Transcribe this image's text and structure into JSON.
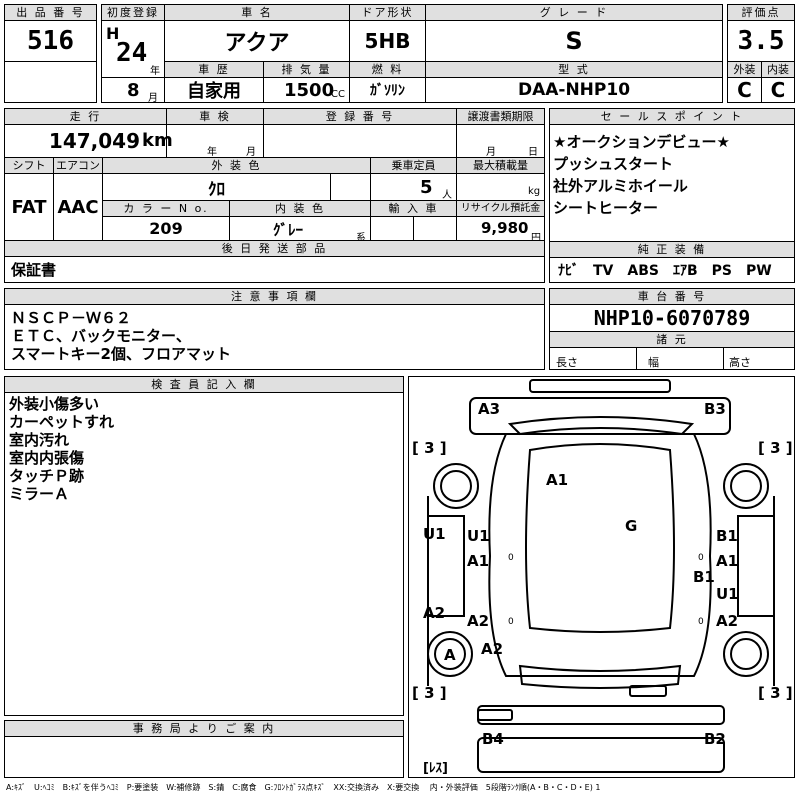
{
  "labels": {
    "lot_no": "出 品 番 号",
    "first_reg": "初度登録",
    "car_name": "車 名",
    "door_type": "ドア形状",
    "grade": "グ レ ー ド",
    "score": "評価点",
    "history": "車 歴",
    "displacement": "排 気 量",
    "fuel": "燃 料",
    "model_code": "型 式",
    "exterior": "外装",
    "interior": "内装",
    "mileage": "走 行",
    "inspection": "車 検",
    "plate": "登 録 番 号",
    "transfer_deadline": "譲渡書類期限",
    "sales_points": "セ ー ル ス ポ イ ン ト",
    "shift": "シフト",
    "aircon": "エアコン",
    "ext_color": "外 装 色",
    "capacity": "乗車定員",
    "max_load": "最大積載量",
    "color_no": "カ ラ ー N o.",
    "int_color": "内 装 色",
    "import": "輸 入 車",
    "recycle": "リサイクル預託金",
    "later_parts": "後 日 発 送 部 品",
    "genuine_equip": "純 正 装 備",
    "notes": "注 意 事 項 欄",
    "chassis_no": "車 台 番 号",
    "specs": "諸 元",
    "length": "長さ",
    "width": "幅",
    "height": "高さ",
    "inspector": "検 査 員 記 入 欄",
    "office": "事 務 局 よ り ご 案 内"
  },
  "units": {
    "year": "年",
    "month": "月",
    "cc": "CC",
    "km": "km",
    "persons": "人",
    "kg": "kg",
    "kei": "系",
    "yen": "円"
  },
  "values": {
    "lot_no": "516",
    "era": "H",
    "year": "24",
    "month": "8",
    "car_name": "アクア",
    "door_type": "5HB",
    "grade": "S",
    "score": "3.5",
    "history": "自家用",
    "displacement": "1500",
    "fuel": "ｶﾞｿﾘﾝ",
    "model_code": "DAA-NHP10",
    "exterior_grade": "C",
    "interior_grade": "C",
    "mileage": "147,049",
    "shift": "FAT",
    "aircon": "AAC",
    "ext_color": "ｸﾛ",
    "capacity": "5",
    "color_no": "209",
    "int_color": "ｸﾞﾚｰ",
    "recycle": "9,980",
    "later_parts": "保証書",
    "genuine_equip": "ﾅﾋﾞ　TV　ABS　ｴｱB　PS　PW",
    "chassis_no": "NHP10-6070789"
  },
  "sales_points": [
    "★オークションデビュー★",
    "プッシュスタート",
    "社外アルミホイール",
    "シートヒーター"
  ],
  "notes": [
    "ＮＳＣＰ－Ｗ６２",
    "ＥＴＣ、バックモニター、",
    "スマートキー2個、フロアマット"
  ],
  "inspector": [
    "外装小傷多い",
    "カーペットすれ",
    "室内汚れ",
    "室内内張傷",
    "タッチＰ跡",
    "ミラーＡ"
  ],
  "diagram": {
    "tire_fl": "[ 3 ]",
    "tire_fr": "[ 3 ]",
    "tire_rl": "[ 3 ]",
    "tire_rr": "[ 3 ]",
    "spare": "[ﾚｽ]",
    "marks": [
      "A3",
      "B3",
      "A1",
      "G",
      "U1",
      "U1",
      "A1",
      "B1",
      "A1",
      "B1",
      "U1",
      "A2",
      "A2",
      "A2",
      "A2",
      "A",
      "B4",
      "B2"
    ]
  },
  "legend": "A:ｷｽﾞ　U:ﾍｺﾐ　B:ｷｽﾞを伴うﾍｺﾐ　P:要塗装　W:補修跡　S:錆　C:腐食　G:ﾌﾛﾝﾄｶﾞﾗｽ点ｷｽﾞ　XX:交換済み　X:要交換　 内・外装評価　5段階ﾗﾝｸ順(A・B・C・D・E) 1"
}
